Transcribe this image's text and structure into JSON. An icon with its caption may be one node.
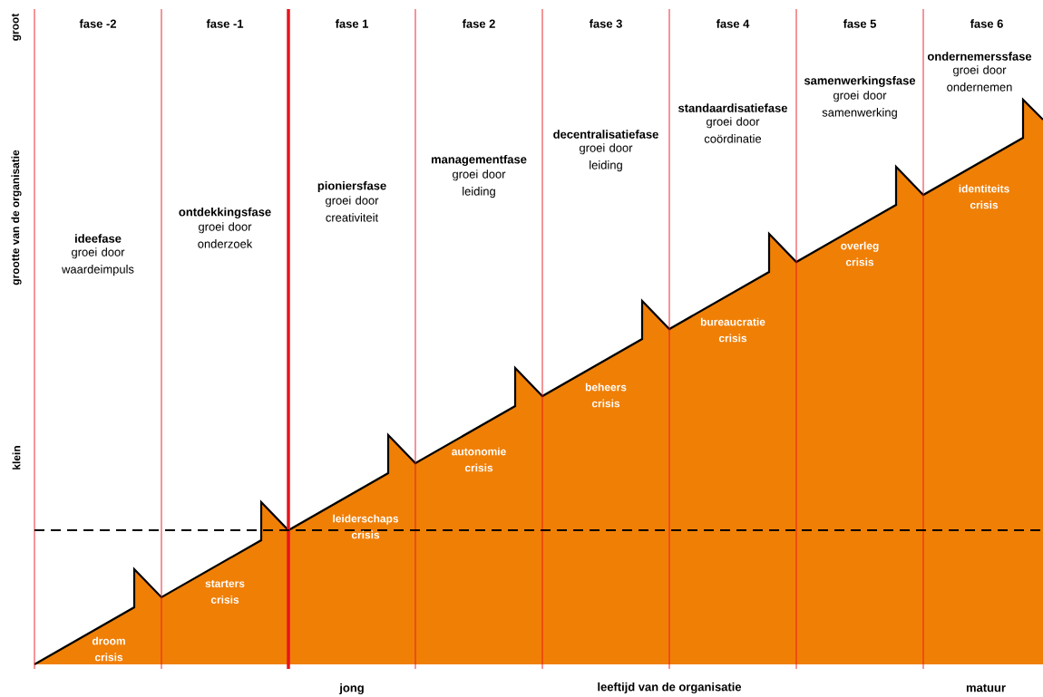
{
  "diagram": {
    "labels": [
      "groot",
      "grootte van de organisatie",
      "klein",
      "fase -2",
      "fase -1",
      "fase 1",
      "fase 2",
      "fase 3",
      "fase 4",
      "fase 5",
      "fase 6",
      "ideefase",
      "groei door waardeimpuls",
      "ontdekkingsfase",
      "groei door onderzoek",
      "pioniersfase",
      "groei door creativiteit",
      "managementfase",
      "groei door leiding",
      "decentralisatiefase",
      "groei door leiding",
      "standaardisatiefase",
      "groei door coördinatie",
      "samenwerkingsfase",
      "groei door samenwerking",
      "ondernemerssfase",
      "groei door ondernemen",
      "droom crisis",
      "starters crisis",
      "leiderschaps crisis",
      "autonomie crisis",
      "beheers crisis",
      "bureaucratie crisis",
      "overleg crisis",
      "identiteits crisis",
      "jong",
      "leeftijd van de organisatie",
      "matuur"
    ]
  }
}
